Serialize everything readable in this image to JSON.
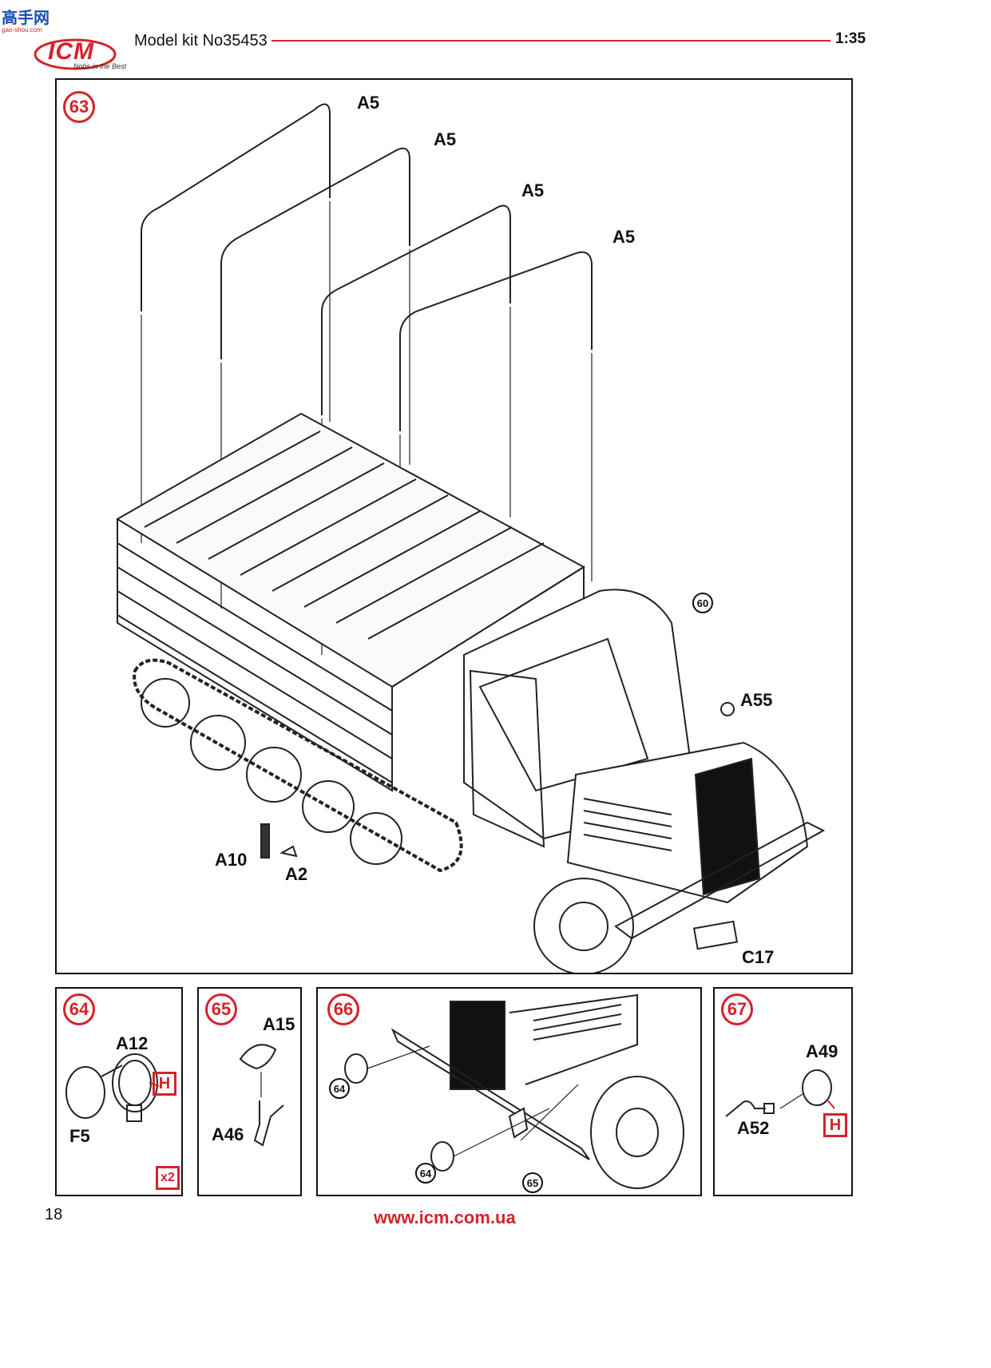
{
  "header": {
    "watermark": "高手网",
    "watermark_url": "gao-shou.com",
    "brand": "ICM",
    "brand_tagline": "Nobs in the Best",
    "kit_title": "Model kit No35453",
    "scale": "1:35",
    "accent_color": "#d4232b"
  },
  "step63": {
    "number": "63",
    "labels": {
      "a5_1": "A5",
      "a5_2": "A5",
      "a5_3": "A5",
      "a5_4": "A5",
      "a55": "A55",
      "a10": "A10",
      "a2": "A2",
      "c17": "C17",
      "ref60": "60"
    }
  },
  "step64": {
    "number": "64",
    "a12": "A12",
    "f5": "F5",
    "paint": "H",
    "qty": "x2"
  },
  "step65": {
    "number": "65",
    "a15": "A15",
    "a46": "A46"
  },
  "step66": {
    "number": "66",
    "ref64a": "64",
    "ref64b": "64",
    "ref65": "65"
  },
  "step67": {
    "number": "67",
    "a49": "A49",
    "a52": "A52",
    "paint": "H"
  },
  "footer": {
    "page": "18",
    "url": "www.icm.com.ua"
  }
}
